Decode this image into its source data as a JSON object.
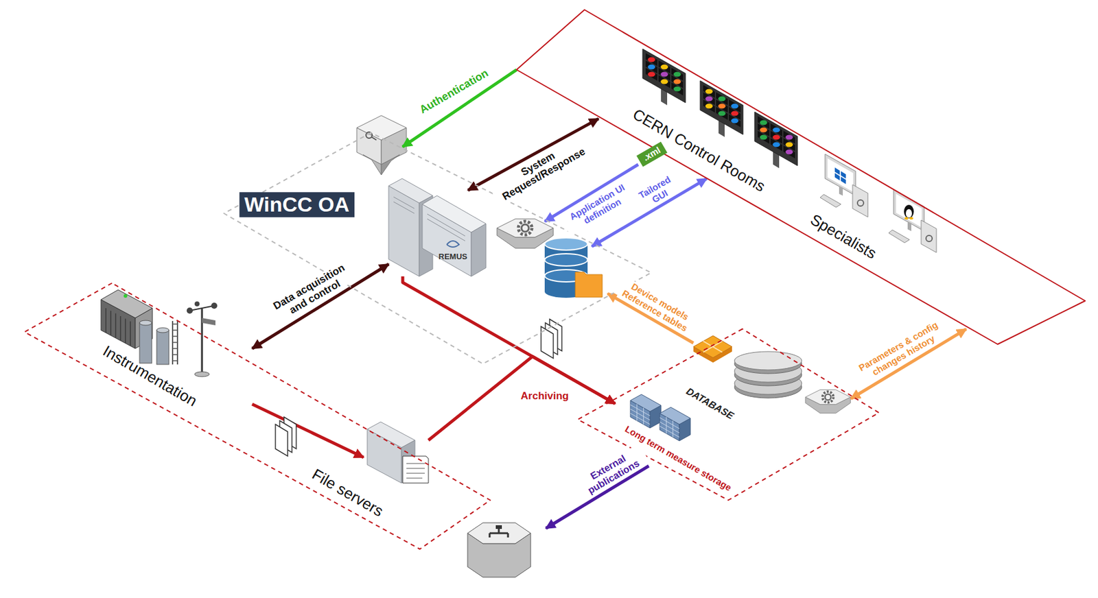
{
  "diagram": {
    "nodes": [
      {
        "text": [
          "CERN Control Rooms"
        ]
      },
      {
        "text": [
          "Specialists"
        ],
        "in": 0
      },
      {
        "text": [
          ".xml"
        ],
        "in": 0
      },
      {
        "text": [
          "WinCC OA"
        ]
      },
      {
        "text": [
          "REMUS"
        ],
        "in": 3
      },
      {
        "text": [
          "Instrumentation"
        ]
      },
      {
        "text": [
          "File servers"
        ],
        "in": 5
      },
      {
        "text": [
          "DATABASE",
          "Long term measure storage"
        ]
      }
    ],
    "edges": [
      {
        "from": 0,
        "to": 3,
        "arrow": "to",
        "label": "Authentication"
      },
      {
        "from": 4,
        "to": 0,
        "arrow": "both",
        "label": "System Request/Response"
      },
      {
        "from": 2,
        "to": 3,
        "arrow": "to",
        "label": "Application UI definition"
      },
      {
        "from": 3,
        "to": 0,
        "arrow": "both",
        "label": "Tailored GUI"
      },
      {
        "from": 7,
        "to": 3,
        "arrow": "to",
        "label": "Device models Reference tables"
      },
      {
        "from": 7,
        "to": 0,
        "arrow": "both",
        "label": "Parameters & config changes history"
      },
      {
        "from": 4,
        "to": 5,
        "arrow": "both",
        "label": "Data acquisition and control"
      },
      {
        "from": 4,
        "to": 7,
        "arrow": "to",
        "label": "Archiving"
      },
      {
        "from": 6,
        "to": 7,
        "arrow": "to"
      }
    ],
    "labels": [
      "External publications"
    ]
  }
}
